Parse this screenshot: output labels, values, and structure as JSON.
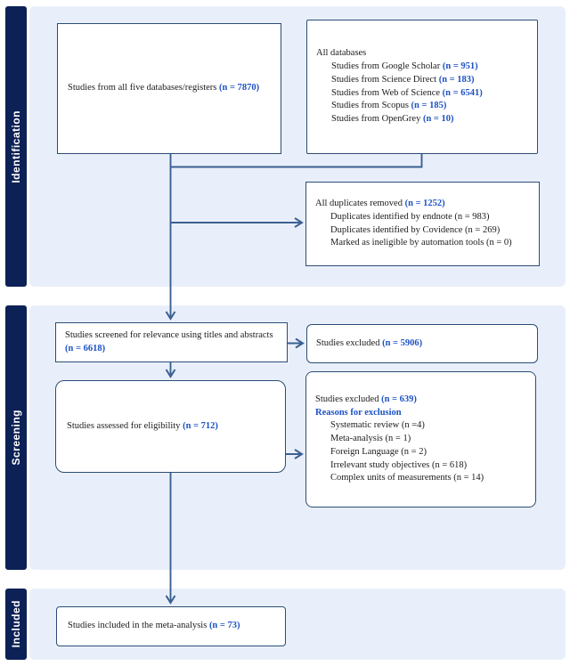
{
  "colors": {
    "sidebar_navy": "#0c2155",
    "panel_blue": "#e9effa",
    "box_border": "#2b4d75",
    "arrow": "#3a6191",
    "emphasis_blue": "#1d52c4",
    "text_black": "#1b1b1b"
  },
  "sidebar": {
    "identification": "Identification",
    "screening": "Screening",
    "included": "Included"
  },
  "boxes": {
    "databases": {
      "text": "Studies from all five databases/registers ",
      "n": "(n = 7870)"
    },
    "all_databases": {
      "title": "All databases",
      "items": [
        {
          "text": "Studies from Google Scholar ",
          "n": "(n = 951)"
        },
        {
          "text": "Studies from Science Direct ",
          "n": "(n = 183)"
        },
        {
          "text": "Studies from Web of Science ",
          "n": "(n = 6541)"
        },
        {
          "text": "Studies from Scopus ",
          "n": "(n = 185)"
        },
        {
          "text": "Studies from OpenGrey ",
          "n": "(n = 10)"
        }
      ]
    },
    "duplicates": {
      "text": "All duplicates removed ",
      "n": "(n = 1252)",
      "items": [
        "Duplicates identified by endnote (n = 983)",
        "Duplicates identified by Covidence (n = 269)",
        "Marked as ineligible by automation tools (n = 0)"
      ]
    },
    "screened": {
      "text": "Studies screened for relevance using titles and abstracts ",
      "n": "(n = 6618)"
    },
    "excluded_titles": {
      "text": "Studies excluded ",
      "n": "(n = 5906)"
    },
    "eligibility": {
      "text": "Studies assessed for eligibility ",
      "n": "(n = 712)"
    },
    "excluded_eligibility": {
      "text": "Studies excluded ",
      "n": "(n = 639)",
      "reasons_label": "Reasons for exclusion",
      "items": [
        "Systematic review (n =4)",
        "Meta-analysis (n = 1)",
        "Foreign Language (n = 2)",
        "Irrelevant study objectives (n = 618)",
        "Complex units of measurements (n = 14)"
      ]
    },
    "included": {
      "text": "Studies included in the meta-analysis ",
      "n": "(n = 73)"
    }
  }
}
